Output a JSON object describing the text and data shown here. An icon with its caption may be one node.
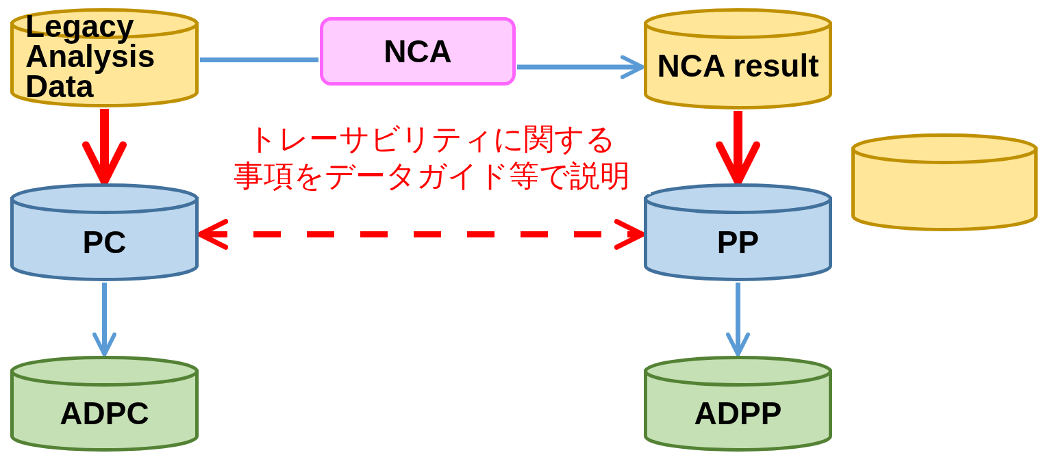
{
  "diagram": {
    "nodes": [
      {
        "text": [
          "Legacy Analysis Data"
        ]
      },
      {
        "text": [
          "NCA"
        ]
      },
      {
        "text": [
          "NCA result"
        ]
      },
      {
        "text": [
          "PC"
        ]
      },
      {
        "text": [
          "PP"
        ]
      },
      {
        "text": [
          "ADPC"
        ]
      },
      {
        "text": [
          "ADPP"
        ]
      },
      {
        "text": [],
        "shape": "cylinder"
      }
    ],
    "edges": [
      {
        "from": 0,
        "to": 1,
        "arrow": "none"
      },
      {
        "from": 1,
        "to": 2,
        "arrow": "to"
      },
      {
        "from": 0,
        "to": 3,
        "arrow": "to",
        "style": "thick",
        "color": "#ff0000"
      },
      {
        "from": 2,
        "to": 4,
        "arrow": "to",
        "style": "thick",
        "color": "#ff0000"
      },
      {
        "from": 3,
        "to": 4,
        "arrow": "both",
        "style": "dashed",
        "color": "#ff0000",
        "label": "トレーサビリティに関する事項をデータガイド等で説明"
      },
      {
        "from": 3,
        "to": 5,
        "arrow": "to"
      },
      {
        "from": 4,
        "to": 6,
        "arrow": "to"
      }
    ]
  }
}
